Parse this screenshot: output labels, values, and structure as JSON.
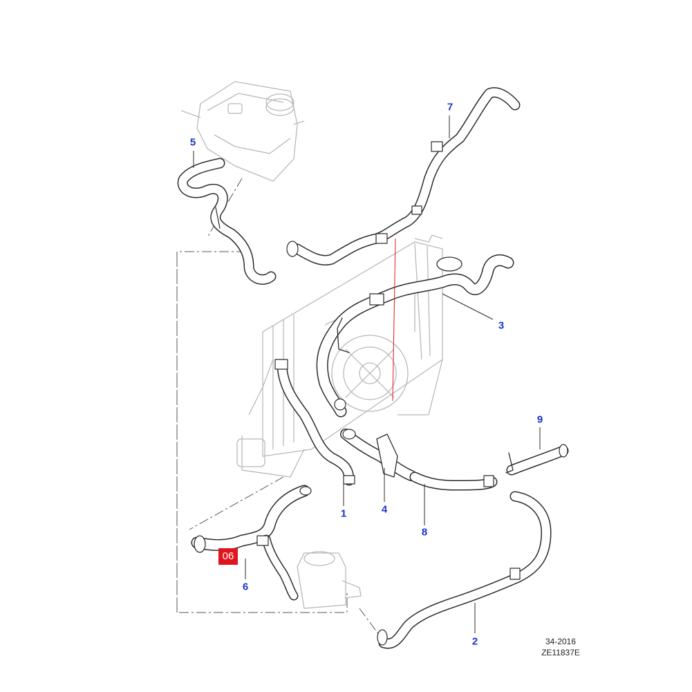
{
  "callouts": {
    "c1": "1",
    "c2": "2",
    "c3": "3",
    "c4": "4",
    "c5": "5",
    "c6": "6",
    "c7": "7",
    "c8": "8",
    "c9": "9"
  },
  "badge": "06",
  "reference": {
    "code": "34-2016",
    "drawing_id": "ZE11837E"
  },
  "colors": {
    "callout": "#1a33c8",
    "badge": "#e0141c",
    "line_art": "#2a2a2a",
    "ghost_art": "#b8b8b8",
    "highlight_line": "#e0141c"
  }
}
